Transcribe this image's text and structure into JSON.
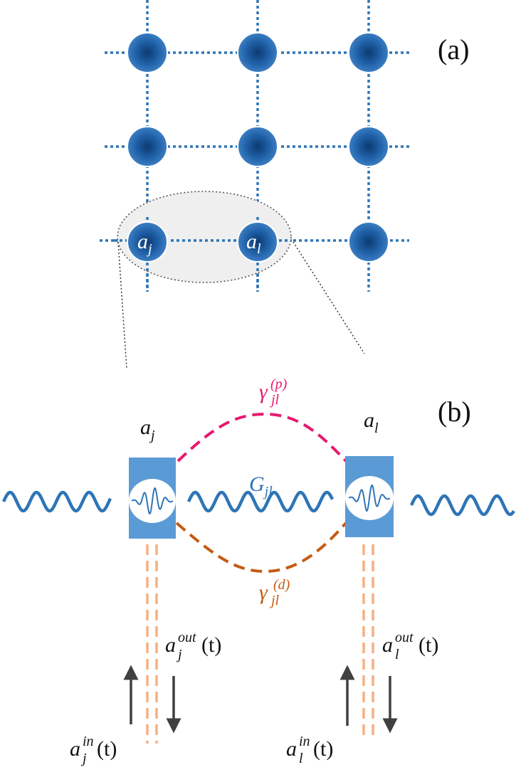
{
  "panel_labels": {
    "a": "(a)",
    "b": "(b)"
  },
  "lattice": {
    "highlighted_nodes": [
      {
        "base": "a",
        "sub": "j"
      },
      {
        "base": "a",
        "sub": "l"
      }
    ]
  },
  "coupling": {
    "p": {
      "base": "γ",
      "sub": "jl",
      "sup": "(p)",
      "color": "#e8196e"
    },
    "coherent": {
      "base": "G",
      "sub": "jl",
      "color": "#2f74b5"
    },
    "d": {
      "base": "γ",
      "sub": "jl",
      "sup": "(d)",
      "color": "#c55a11"
    }
  },
  "modes": {
    "left": {
      "label": {
        "base": "a",
        "sub": "j"
      },
      "out": {
        "base": "a",
        "sub": "j",
        "sup": "out",
        "arg": "(t)"
      },
      "in": {
        "base": "a",
        "sub": "j",
        "sup": "in",
        "arg": "(t)"
      }
    },
    "right": {
      "label": {
        "base": "a",
        "sub": "l"
      },
      "out": {
        "base": "a",
        "sub": "l",
        "sup": "out",
        "arg": "(t)"
      },
      "in": {
        "base": "a",
        "sub": "l",
        "sup": "in",
        "arg": "(t)"
      }
    }
  },
  "colors": {
    "node": "#1f5a9a",
    "lattice_line": "#2e75b6",
    "cavity": "#5b9bd5",
    "wave": "#2e75b6",
    "io_line": "#f4b183",
    "arrow": "#404040",
    "ellipse_fill": "#efefef"
  }
}
